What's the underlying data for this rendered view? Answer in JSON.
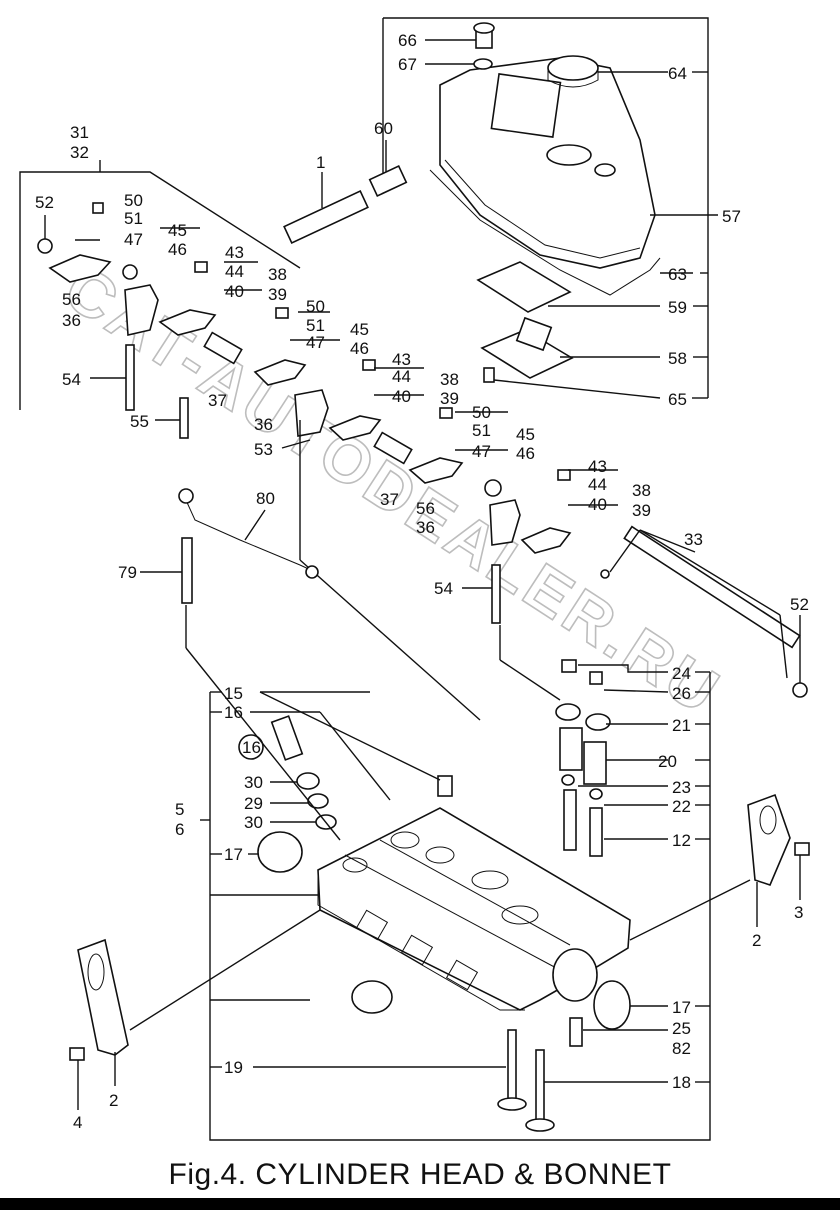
{
  "caption": "Fig.4.  CYLINDER HEAD & BONNET",
  "watermark": "CAT-AUTODEALER.RU",
  "callouts": {
    "c1": "1",
    "c2a": "2",
    "c2b": "2",
    "c3": "3",
    "c4": "4",
    "c5": "5",
    "c6": "6",
    "c12": "12",
    "c15": "15",
    "c16": "16",
    "c16c": "16",
    "c17a": "17",
    "c17b": "17",
    "c18": "18",
    "c19": "19",
    "c20": "20",
    "c21": "21",
    "c22": "22",
    "c23": "23",
    "c24": "24",
    "c25": "25",
    "c26": "26",
    "c29": "29",
    "c30a": "30",
    "c30b": "30",
    "c31": "31",
    "c32": "32",
    "c33": "33",
    "c36a": "36",
    "c36b": "36",
    "c36c": "36",
    "c37a": "37",
    "c37b": "37",
    "c38a": "38",
    "c39a": "39",
    "c38b": "38",
    "c39b": "39",
    "c38c": "38",
    "c39c": "39",
    "c40a": "40",
    "c40b": "40",
    "c40c": "40",
    "c43a": "43",
    "c44a": "44",
    "c43b": "43",
    "c44b": "44",
    "c43c": "43",
    "c44c": "44",
    "c45a": "45",
    "c46a": "46",
    "c45b": "45",
    "c46b": "46",
    "c45c": "45",
    "c46c": "46",
    "c47a": "47",
    "c47b": "47",
    "c47c": "47",
    "c50a": "50",
    "c51a": "51",
    "c50b": "50",
    "c51b": "51",
    "c50c": "50",
    "c51c": "51",
    "c52a": "52",
    "c52b": "52",
    "c53": "53",
    "c54a": "54",
    "c54b": "54",
    "c55": "55",
    "c56a": "56",
    "c56b": "56",
    "c57": "57",
    "c58": "58",
    "c59": "59",
    "c60": "60",
    "c63": "63",
    "c64": "64",
    "c65": "65",
    "c66": "66",
    "c67": "67",
    "c79": "79",
    "c80": "80",
    "c82": "82"
  }
}
